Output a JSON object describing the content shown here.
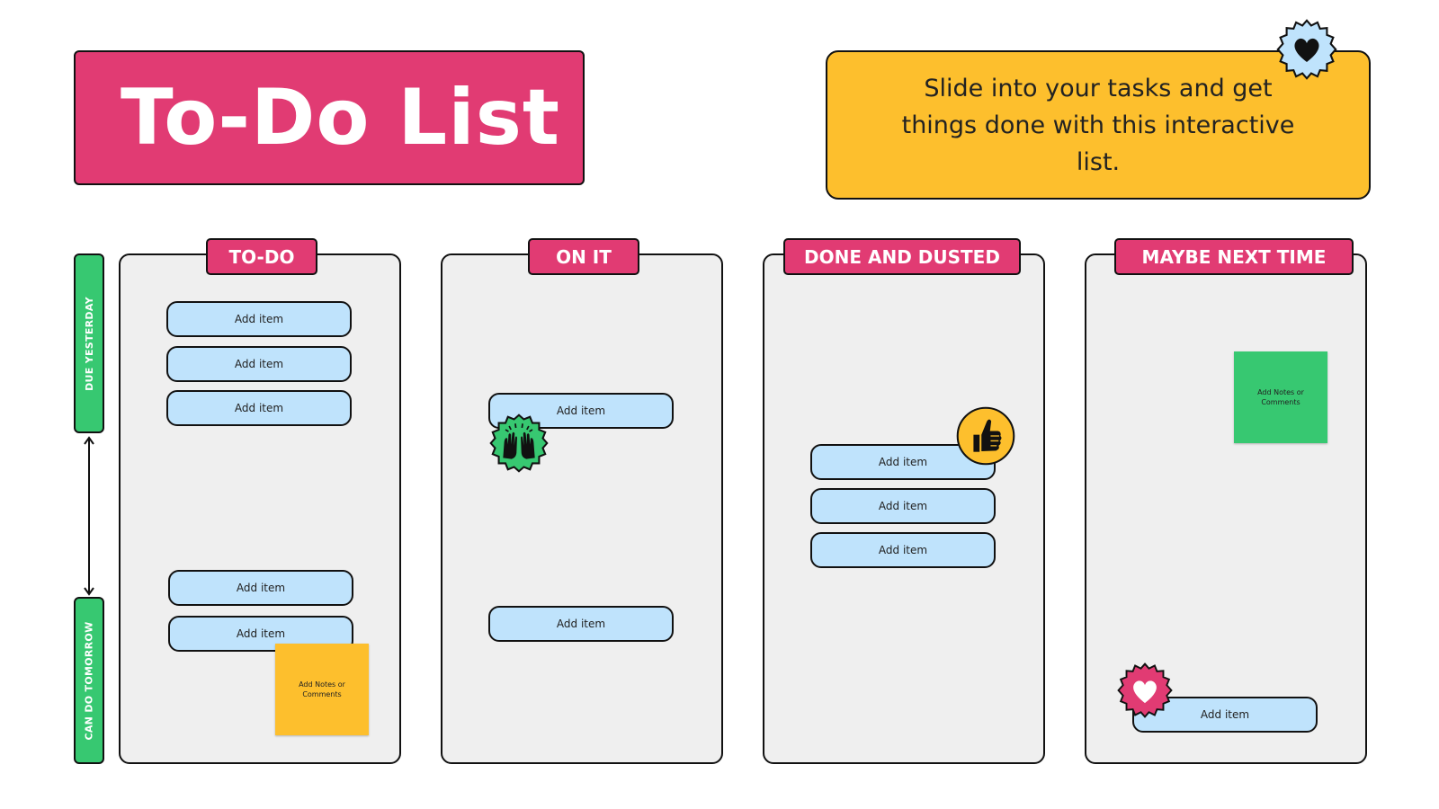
{
  "header": {
    "title": "To-Do List",
    "tagline": "Slide into your tasks and get things done with this interactive list."
  },
  "side": {
    "top_label": "DUE YESTERDAY",
    "bottom_label": "CAN DO TOMORROW"
  },
  "columns": [
    {
      "label": "TO-DO",
      "items": [
        "Add item",
        "Add item",
        "Add item",
        "Add item",
        "Add item"
      ],
      "note": "Add Notes or Comments"
    },
    {
      "label": "ON IT",
      "items": [
        "Add item",
        "Add item"
      ]
    },
    {
      "label": "DONE AND DUSTED",
      "items": [
        "Add item",
        "Add item",
        "Add item"
      ]
    },
    {
      "label": "MAYBE NEXT TIME",
      "items": [
        "Add item"
      ],
      "note": "Add Notes or Comments"
    }
  ],
  "icons": {
    "tagline_badge": "heart-icon",
    "on_it_badge": "raised-hands-icon",
    "done_badge": "thumbs-up-icon",
    "maybe_badge": "heart-icon"
  },
  "colors": {
    "accent_pink": "#e13b73",
    "accent_yellow": "#fdbf2d",
    "accent_green": "#37c871",
    "item_blue": "#bfe3fc",
    "badge_blue": "#bfe3fc",
    "column_gray": "#efefef"
  }
}
